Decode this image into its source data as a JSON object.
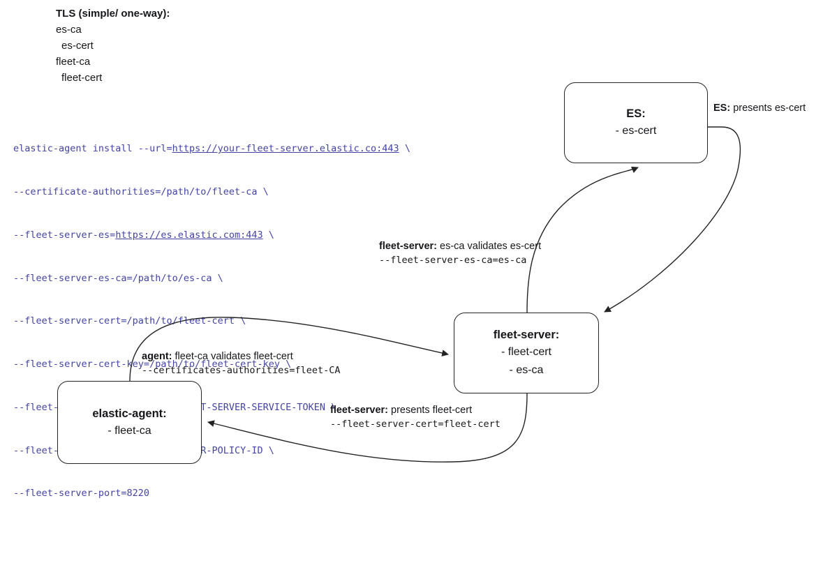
{
  "legend": {
    "title": "TLS (simple/ one-way):",
    "items": [
      {
        "text": "es-ca",
        "indent": 1
      },
      {
        "text": "es-cert",
        "indent": 2
      },
      {
        "text": "fleet-ca",
        "indent": 1
      },
      {
        "text": "fleet-cert",
        "indent": 2
      }
    ]
  },
  "command": {
    "lines": [
      {
        "pre": "elastic-agent install --url=",
        "url": "https://your-fleet-server.elastic.co:443",
        "post": " \\"
      },
      {
        "pre": "--certificate-authorities=/path/to/fleet-ca \\",
        "url": "",
        "post": ""
      },
      {
        "pre": "--fleet-server-es=",
        "url": "https://es.elastic.com:443",
        "post": " \\"
      },
      {
        "pre": "--fleet-server-es-ca=/path/to/es-ca \\",
        "url": "",
        "post": ""
      },
      {
        "pre": "--fleet-server-cert=/path/to/fleet-cert \\",
        "url": "",
        "post": ""
      },
      {
        "pre": "--fleet-server-cert-key=/path/to/fleet-cert-key \\",
        "url": "",
        "post": ""
      },
      {
        "pre": "--fleet-server-service-token=FLEET-SERVER-SERVICE-TOKEN \\",
        "url": "",
        "post": ""
      },
      {
        "pre": "--fleet-server-policy=FLEET-SERVER-POLICY-ID \\",
        "url": "",
        "post": ""
      },
      {
        "pre": "--fleet-server-port=8220",
        "url": "",
        "post": ""
      }
    ],
    "text_color": "#4343a6"
  },
  "nodes": {
    "es": {
      "title": "ES:",
      "lines": [
        "- es-cert"
      ]
    },
    "fleet_server": {
      "title": "fleet-server:",
      "lines": [
        "- fleet-cert",
        "- es-ca"
      ]
    },
    "elastic_agent": {
      "title": "elastic-agent:",
      "lines": [
        "- fleet-ca"
      ]
    },
    "border_color": "#232323"
  },
  "edge_labels": {
    "es_presents": {
      "bold": "ES:",
      "rest": " presents es-cert"
    },
    "fleet_server_validates": {
      "bold": "fleet-server:",
      "rest": " es-ca validates es-cert",
      "mono": "--fleet-server-es-ca=es-ca"
    },
    "agent_validates": {
      "bold": "agent:",
      "rest": " fleet-ca validates fleet-cert",
      "mono": "--certificates-authorities=fleet-CA"
    },
    "fleet_server_presents": {
      "bold": "fleet-server:",
      "rest": " presents fleet-cert",
      "mono": "--fleet-server-cert=fleet-cert"
    }
  }
}
